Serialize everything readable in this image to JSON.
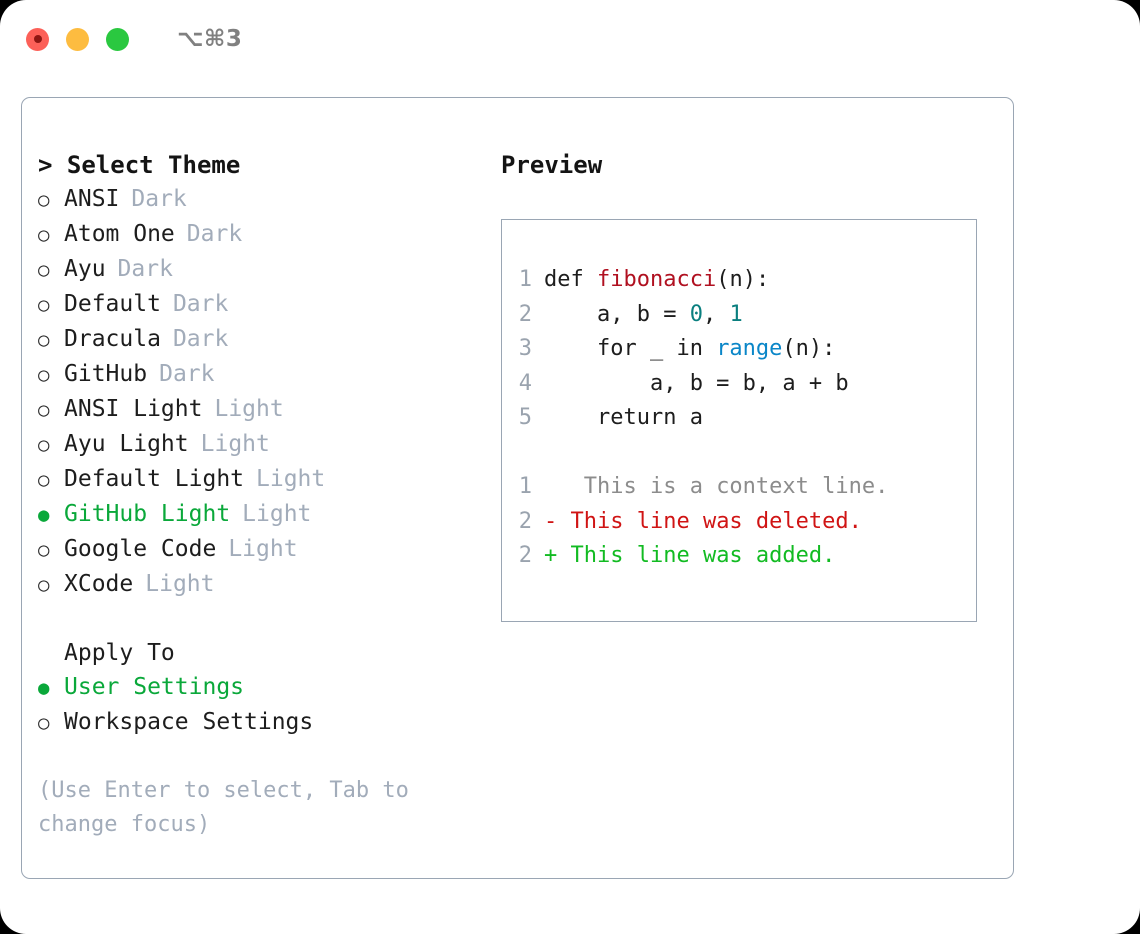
{
  "titlebar": {
    "lights": [
      {
        "name": "close",
        "color": "#fc6058"
      },
      {
        "name": "minimize",
        "color": "#fdbc40"
      },
      {
        "name": "maximize",
        "color": "#2ac840"
      }
    ],
    "shortcut": "⌥⌘3"
  },
  "theme_selector": {
    "caret": ">",
    "title": "Select Theme",
    "bullet_on": "●",
    "bullet_off": "○",
    "selected_color": "#0aa83a",
    "tag_color": "#a2acba",
    "items": [
      {
        "bullet": "○",
        "name": "ANSI",
        "tag": "Dark",
        "selected": false
      },
      {
        "bullet": "○",
        "name": "Atom One",
        "tag": "Dark",
        "selected": false
      },
      {
        "bullet": "○",
        "name": "Ayu",
        "tag": "Dark",
        "selected": false
      },
      {
        "bullet": "○",
        "name": "Default",
        "tag": "Dark",
        "selected": false
      },
      {
        "bullet": "○",
        "name": "Dracula",
        "tag": "Dark",
        "selected": false
      },
      {
        "bullet": "○",
        "name": "GitHub",
        "tag": "Dark",
        "selected": false
      },
      {
        "bullet": "○",
        "name": "ANSI Light",
        "tag": "Light",
        "selected": false
      },
      {
        "bullet": "○",
        "name": "Ayu Light",
        "tag": "Light",
        "selected": false
      },
      {
        "bullet": "○",
        "name": "Default Light",
        "tag": "Light",
        "selected": false
      },
      {
        "bullet": "●",
        "name": "GitHub Light",
        "tag": "Light",
        "selected": true
      },
      {
        "bullet": "○",
        "name": "Google Code",
        "tag": "Light",
        "selected": false
      },
      {
        "bullet": "○",
        "name": "XCode",
        "tag": "Light",
        "selected": false
      }
    ]
  },
  "apply_to": {
    "header": "Apply To",
    "items": [
      {
        "bullet": "●",
        "name": "User Settings",
        "selected": true
      },
      {
        "bullet": "○",
        "name": "Workspace Settings",
        "selected": false
      }
    ]
  },
  "hint": "(Use Enter to select, Tab to change focus)",
  "preview": {
    "title": "Preview",
    "code_lines": [
      {
        "number": "1",
        "tokens": [
          {
            "text": "def ",
            "type": "plain"
          },
          {
            "text": "fibonacci",
            "type": "fn"
          },
          {
            "text": "(n):",
            "type": "plain"
          }
        ]
      },
      {
        "number": "2",
        "tokens": [
          {
            "text": "    a, b = ",
            "type": "plain"
          },
          {
            "text": "0",
            "type": "num"
          },
          {
            "text": ", ",
            "type": "plain"
          },
          {
            "text": "1",
            "type": "num"
          }
        ]
      },
      {
        "number": "3",
        "tokens": [
          {
            "text": "    for _ in ",
            "type": "plain"
          },
          {
            "text": "range",
            "type": "call"
          },
          {
            "text": "(n):",
            "type": "plain"
          }
        ]
      },
      {
        "number": "4",
        "tokens": [
          {
            "text": "        a, b = b, a + b",
            "type": "plain"
          }
        ]
      },
      {
        "number": "5",
        "tokens": [
          {
            "text": "    return a",
            "type": "plain"
          }
        ]
      }
    ],
    "diff_lines": [
      {
        "number": "1",
        "marker": " ",
        "text": "  This is a context line.",
        "type": "context"
      },
      {
        "number": "2",
        "marker": "-",
        "text": " This line was deleted.",
        "type": "deleted"
      },
      {
        "number": "2",
        "marker": "+",
        "text": " This line was added.",
        "type": "added"
      }
    ],
    "colors": {
      "function": "#b01020",
      "number": "#0a7f7f",
      "call": "#0a86c8",
      "context": "#8c8c8c",
      "deleted": "#d01414",
      "added": "#12bb22",
      "line_number": "#9aa3ae",
      "border": "#9aa6b4"
    }
  }
}
